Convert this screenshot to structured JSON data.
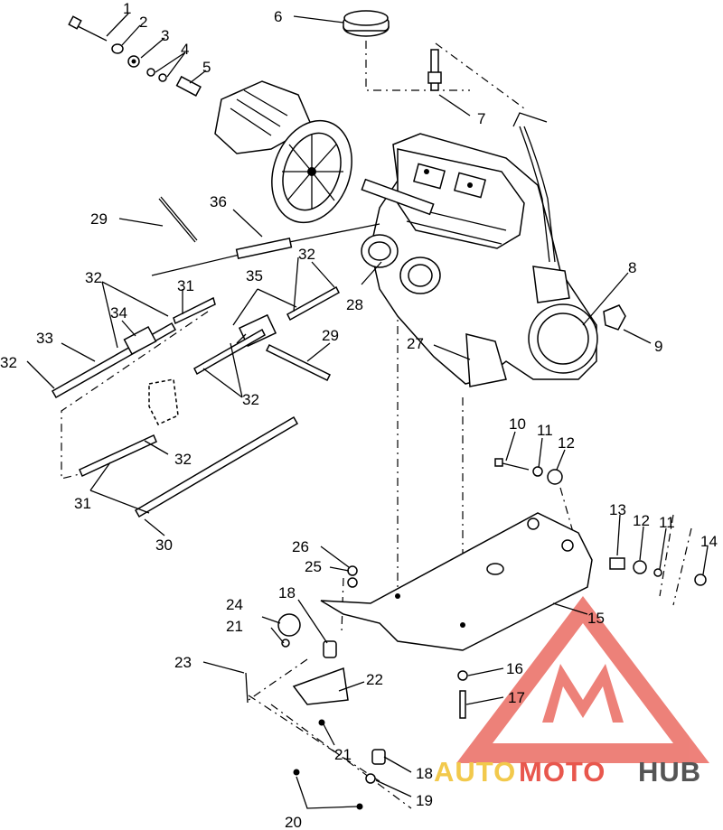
{
  "part_numbers": [
    "1",
    "2",
    "3",
    "4",
    "5",
    "6",
    "7",
    "8",
    "9",
    "10",
    "11",
    "11",
    "12",
    "12",
    "13",
    "14",
    "15",
    "16",
    "17",
    "18",
    "18",
    "19",
    "20",
    "21",
    "21",
    "22",
    "23",
    "24",
    "25",
    "26",
    "27",
    "28",
    "29",
    "29",
    "30",
    "31",
    "31",
    "32",
    "32",
    "32",
    "32",
    "32",
    "32",
    "33",
    "34",
    "35",
    "36"
  ],
  "watermark": {
    "part1": "AUTO",
    "part2": "MOTO",
    "part3": "HUB",
    "color_auto": "#f2c94c",
    "color_moto": "#e8574d",
    "color_hub": "#555555",
    "logo_color": "#e8574d"
  }
}
